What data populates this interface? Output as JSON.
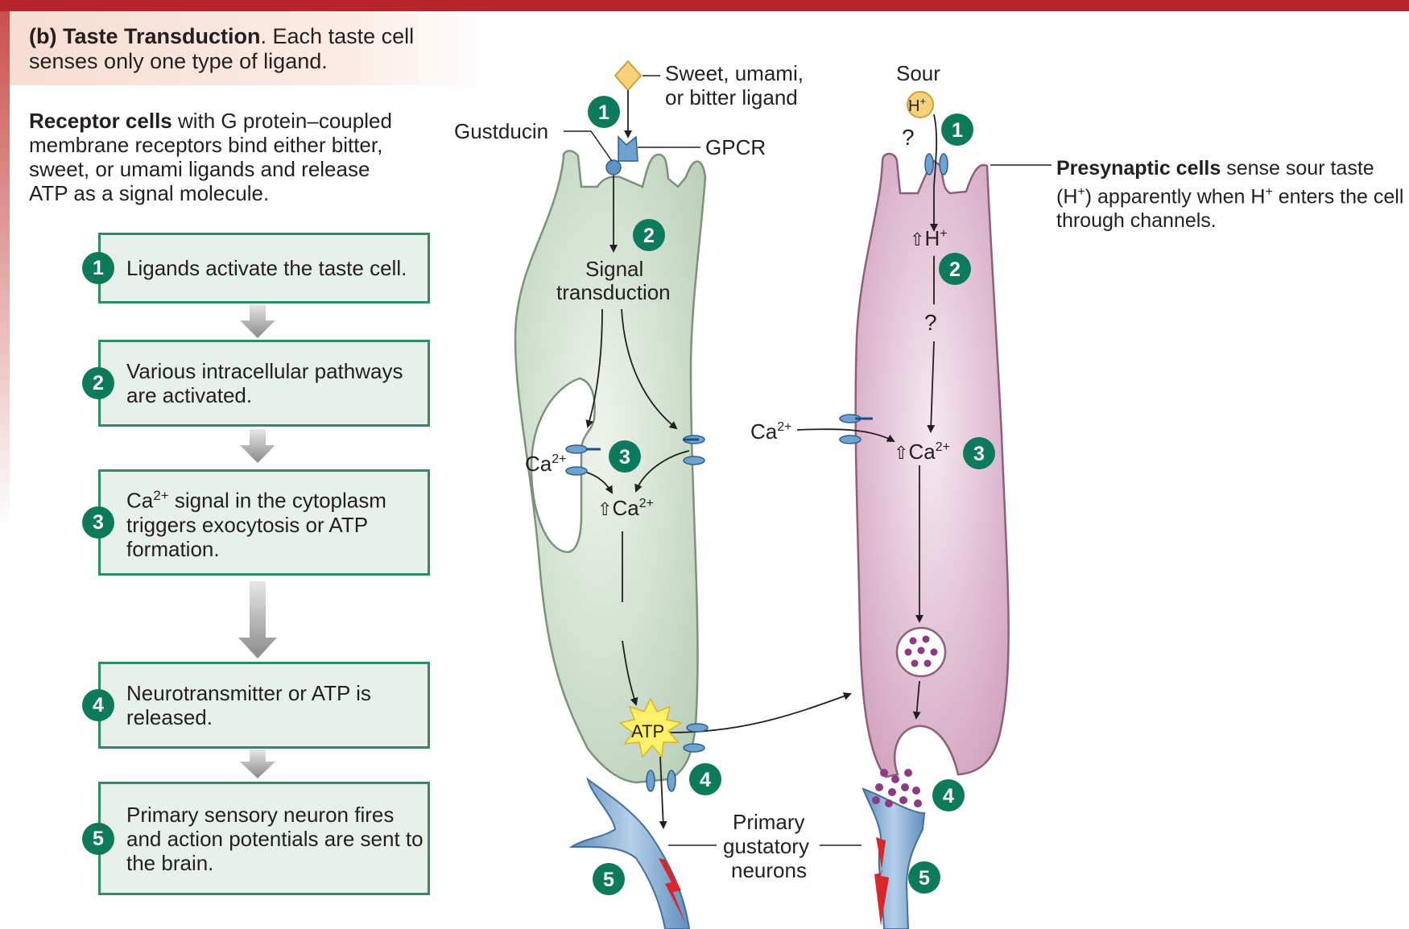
{
  "header": {
    "title_bold": "(b) Taste Transduction",
    "title_rest": ". Each taste cell senses only one type of ligand."
  },
  "intro": {
    "bold": "Receptor cells",
    "rest": " with G protein–coupled membrane receptors bind either bitter, sweet, or umami ligands and release ATP as a signal molecule."
  },
  "steps": [
    {
      "num": "1",
      "text": "Ligands activate the taste cell."
    },
    {
      "num": "2",
      "text": "Various intracellular pathways are activated."
    },
    {
      "num": "3",
      "text_pre": "Ca",
      "sup": "2+",
      "text_post": " signal in the cytoplasm triggers exocytosis or ATP formation."
    },
    {
      "num": "4",
      "text": "Neurotransmitter or ATP is released."
    },
    {
      "num": "5",
      "text": "Primary sensory neuron fires and action potentials are sent to the brain."
    }
  ],
  "diagram": {
    "ligand_line1": "Sweet, umami,",
    "ligand_line2": "or bitter ligand",
    "gustducin": "Gustducin",
    "gpcr": "GPCR",
    "signal_line1": "Signal",
    "signal_line2": "transduction",
    "ca": "Ca",
    "ca_sup": "2+",
    "up_arrow": "⇧",
    "atp": "ATP",
    "sour": "Sour",
    "h": "H",
    "h_sup": "+",
    "question": "?",
    "neurons_line1": "Primary",
    "neurons_line2": "gustatory",
    "neurons_line3": "neurons",
    "badges": [
      "1",
      "2",
      "3",
      "4",
      "5"
    ]
  },
  "presynaptic": {
    "bold": "Presynaptic cells",
    "rest_1": " sense sour taste (H",
    "sup_1": "+",
    "rest_2": ") apparently when H",
    "sup_2": "+",
    "rest_3": " enters the cell through channels."
  },
  "colors": {
    "accent_red": "#b8242c",
    "badge_green": "#0d7a5c",
    "step_fill": "#e8f1e9",
    "step_border": "#2f8d64",
    "receptor_cell": "#c7d9c7",
    "presynaptic_cell": "#d8a9c3",
    "neuron_blue": "#7aa6cf",
    "ligand_yellow": "#f7d27a",
    "vesicle_purple": "#8d3a83"
  }
}
